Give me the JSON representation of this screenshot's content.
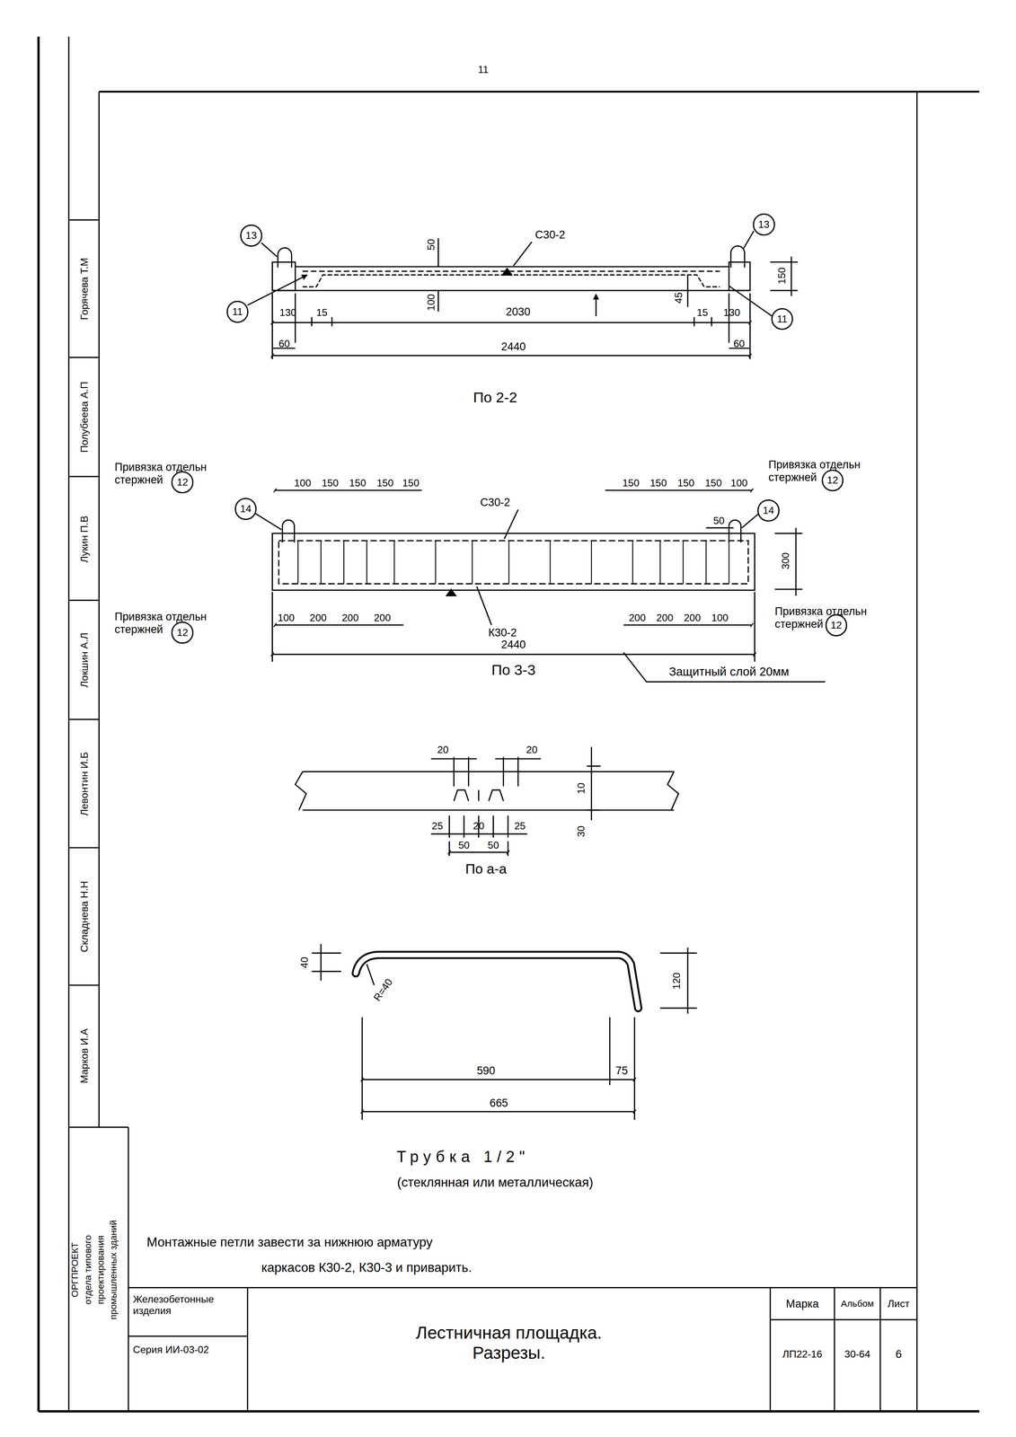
{
  "diagram": {
    "title": "Лестничная площадка. Разрезы.",
    "nodes": [
      {
        "text": [
          "13"
        ]
      },
      {
        "text": [
          "13"
        ]
      },
      {
        "text": [
          "11"
        ]
      },
      {
        "text": [
          "11"
        ]
      },
      {
        "text": [
          "12"
        ]
      },
      {
        "text": [
          "12"
        ]
      },
      {
        "text": [
          "14"
        ]
      },
      {
        "text": [
          "14"
        ]
      },
      {
        "text": [
          "12"
        ]
      },
      {
        "text": [
          "12"
        ]
      }
    ],
    "labels": [
      "11",
      "С30-2",
      "50",
      "150",
      "100",
      "2030",
      "45",
      "130",
      "15",
      "15",
      "130",
      "60",
      "60",
      "2440",
      "По 2-2",
      "Привязка отдельн стержней",
      "100",
      "150",
      "150",
      "150",
      "150",
      "Привязка отдельн стержней",
      "150",
      "150",
      "150",
      "150",
      "100",
      "С30-2",
      "50",
      "300",
      "К30-2",
      "Привязка отдельн стержней",
      "100",
      "200",
      "200",
      "200",
      "200",
      "200",
      "200",
      "100",
      "Привязка отдельн стержней",
      "2440",
      "По 3-3",
      "Защитный слой 20мм",
      "20",
      "20",
      "10",
      "25",
      "20",
      "25",
      "30",
      "50",
      "50",
      "По а-а",
      "40",
      "R=40",
      "120",
      "590",
      "75",
      "665",
      "Трубка 1/2\"",
      "(стеклянная или металлическая)",
      "Монтажные петли завести за нижнюю арматуру",
      "каркасов К30-2, К30-3 и приварить.",
      "Железобетонные изделия",
      "Серия ИИ-03-02",
      "Марка",
      "Альбом",
      "Лист",
      "ЛП22-16",
      "30-64",
      "6",
      "Горячева Т.М",
      "Полубеева А.П",
      "Лукин П.В",
      "Локшин А.Л",
      "Левонтин И.Б",
      "Складнева Н.Н",
      "Марков И.А",
      "ОРГПРОЕКТ",
      "отдела типового",
      "проектирования",
      "промышленных зданий"
    ]
  }
}
